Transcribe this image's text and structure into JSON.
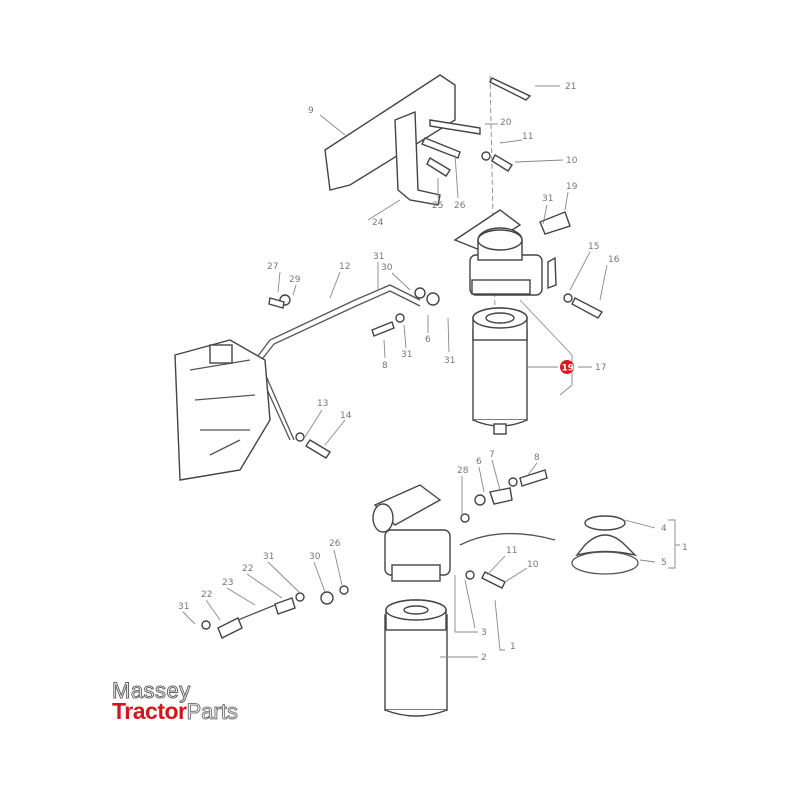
{
  "callouts": [
    "21",
    "9",
    "20",
    "11",
    "10",
    "24",
    "25",
    "26",
    "31",
    "19",
    "31",
    "27",
    "29",
    "12",
    "30",
    "15",
    "16",
    "31",
    "6",
    "31",
    "8",
    "19",
    "17",
    "13",
    "14",
    "8",
    "7",
    "6",
    "28",
    "4",
    "1",
    "5",
    "11",
    "10",
    "31",
    "30",
    "26",
    "22",
    "23",
    "22",
    "31",
    "3",
    "1",
    "2"
  ],
  "highlighted_callout": "19",
  "highlight_color": "#e2141b",
  "logo": {
    "line1": "Massey",
    "brand_bold": "Tractor",
    "brand_light": "Parts",
    "brand_color": "#d3161c"
  }
}
